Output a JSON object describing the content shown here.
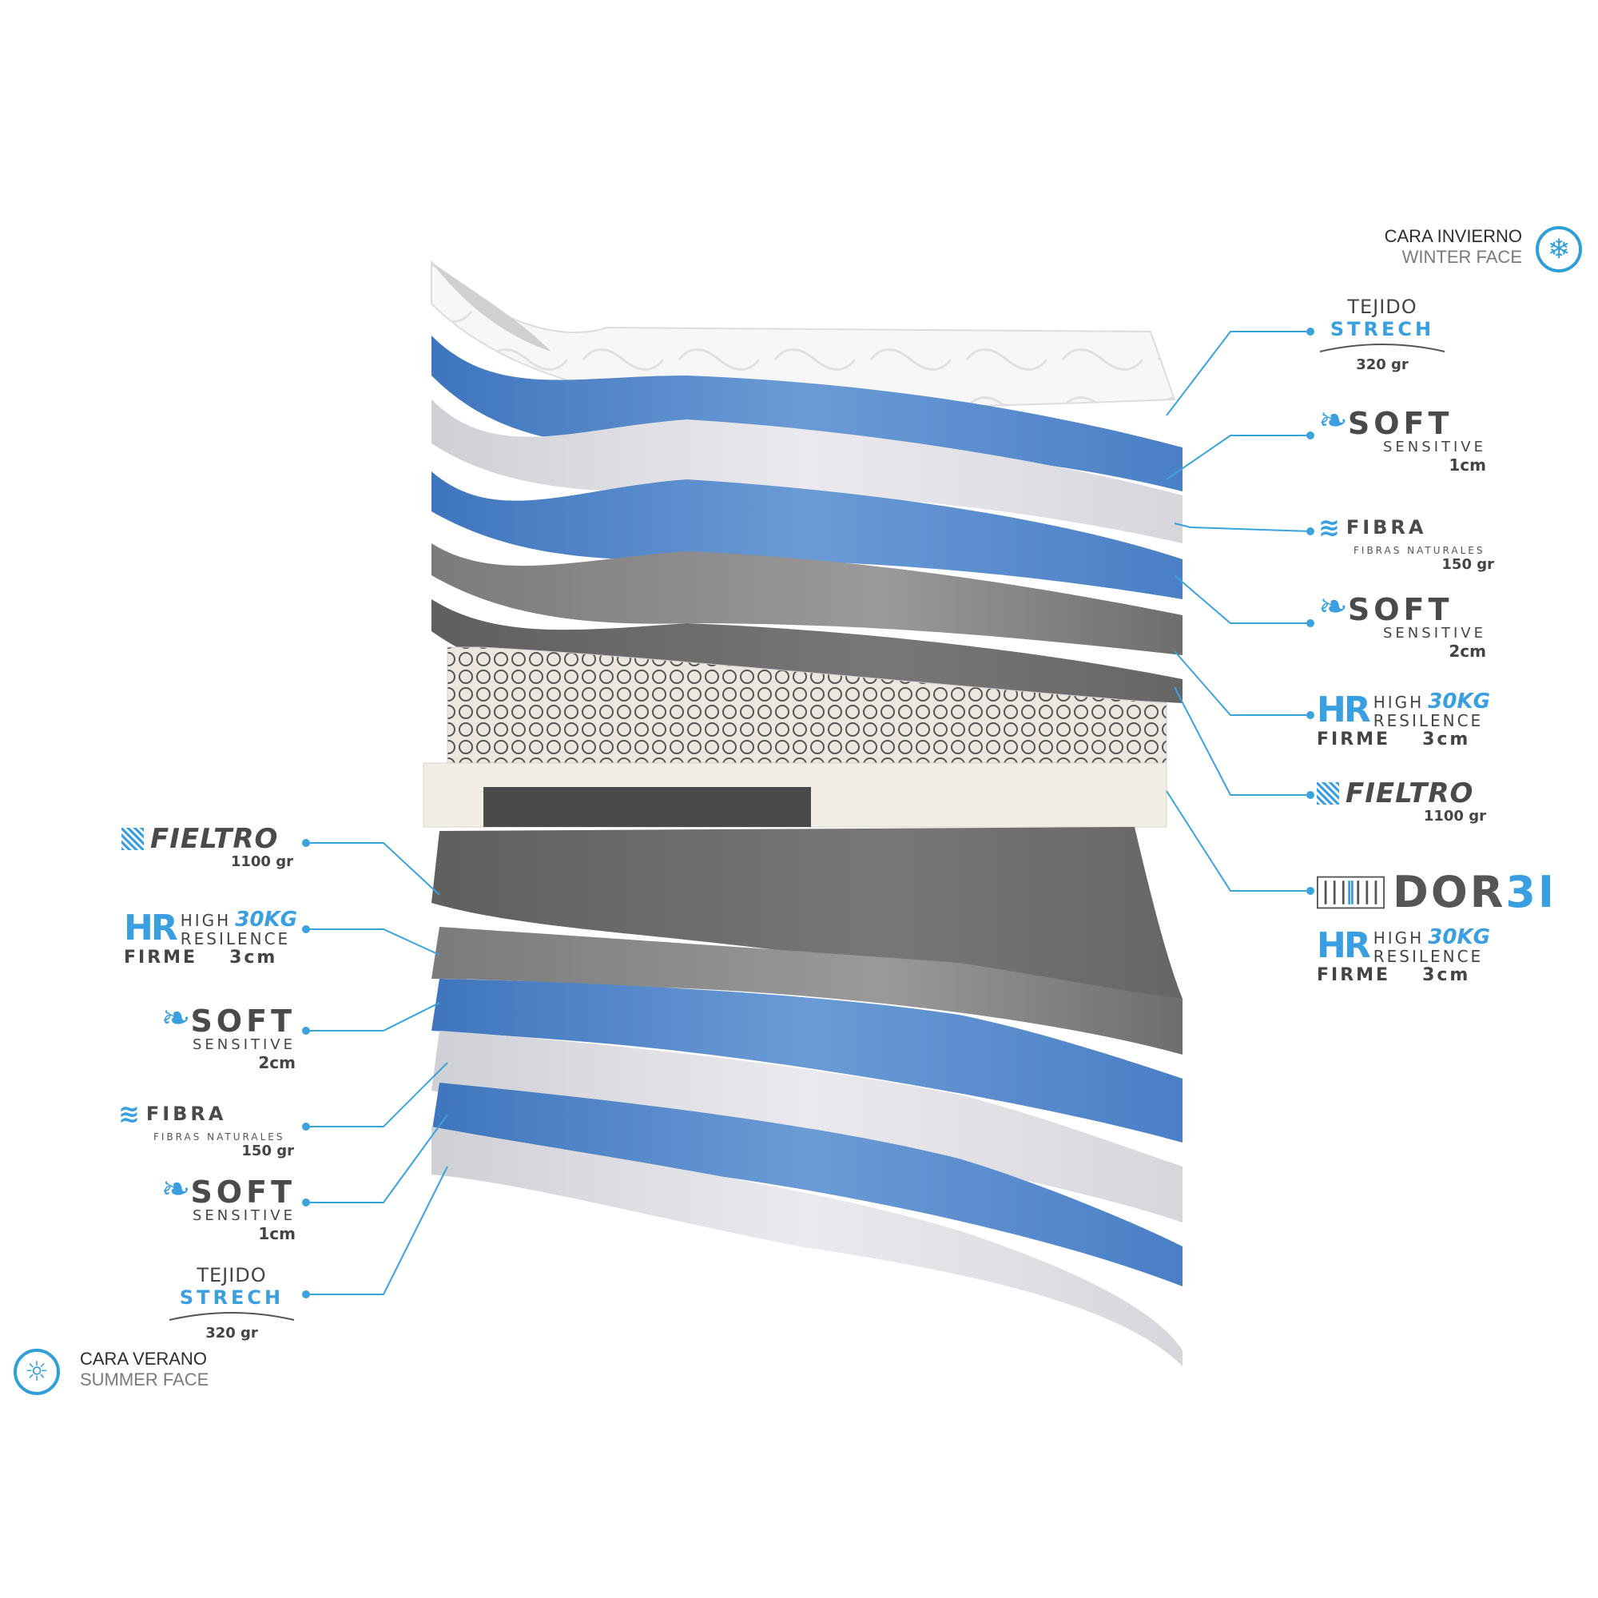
{
  "winter_face": {
    "line1": "CARA INVIERNO",
    "line2": "WINTER FACE",
    "icon": "snowflake-icon"
  },
  "summer_face": {
    "line1": "CARA VERANO",
    "line2": "SUMMER FACE",
    "icon": "sun-icon"
  },
  "right_labels": {
    "tejido": {
      "top": "TEJIDO",
      "name": "STRECH",
      "weight": "320 gr"
    },
    "soft1": {
      "title": "SOFT",
      "sub": "SENSITIVE",
      "size": "1cm"
    },
    "fibra": {
      "title": "FIBRA",
      "sub": "FIBRAS NATURALES",
      "weight": "150 gr"
    },
    "soft2": {
      "title": "SOFT",
      "sub": "SENSITIVE",
      "size": "2cm"
    },
    "hr": {
      "logo": "HR",
      "high": "HIGH",
      "kg": "30KG",
      "res": "RESILENCE",
      "firmness": "FIRME",
      "size": "3cm"
    },
    "fieltro": {
      "title": "FIELTRO",
      "weight": "1100 gr"
    },
    "dorbi": {
      "brand_a": "DOR",
      "brand_b": "3I"
    },
    "hr_core": {
      "logo": "HR",
      "high": "HIGH",
      "kg": "30KG",
      "res": "RESILENCE",
      "firmness": "FIRME",
      "size": "3cm"
    }
  },
  "left_labels": {
    "fieltro": {
      "title": "FIELTRO",
      "weight": "1100 gr"
    },
    "hr": {
      "logo": "HR",
      "high": "HIGH",
      "kg": "30KG",
      "res": "RESILENCE",
      "firmness": "FIRME",
      "size": "3cm"
    },
    "soft2": {
      "title": "SOFT",
      "sub": "SENSITIVE",
      "size": "2cm"
    },
    "fibra": {
      "title": "FIBRA",
      "sub": "FIBRAS NATURALES",
      "weight": "150 gr"
    },
    "soft1": {
      "title": "SOFT",
      "sub": "SENSITIVE",
      "size": "1cm"
    },
    "tejido": {
      "top": "TEJIDO",
      "name": "STRECH",
      "weight": "320 gr"
    }
  },
  "colors": {
    "accent": "#2f9fd8",
    "blue_layer": "#5b8dcc",
    "gray_dark": "#6f6f6f",
    "gray_mid": "#8a8a8a",
    "light_layer": "#e1e1e6",
    "leader_line": "#3aa3dc"
  }
}
